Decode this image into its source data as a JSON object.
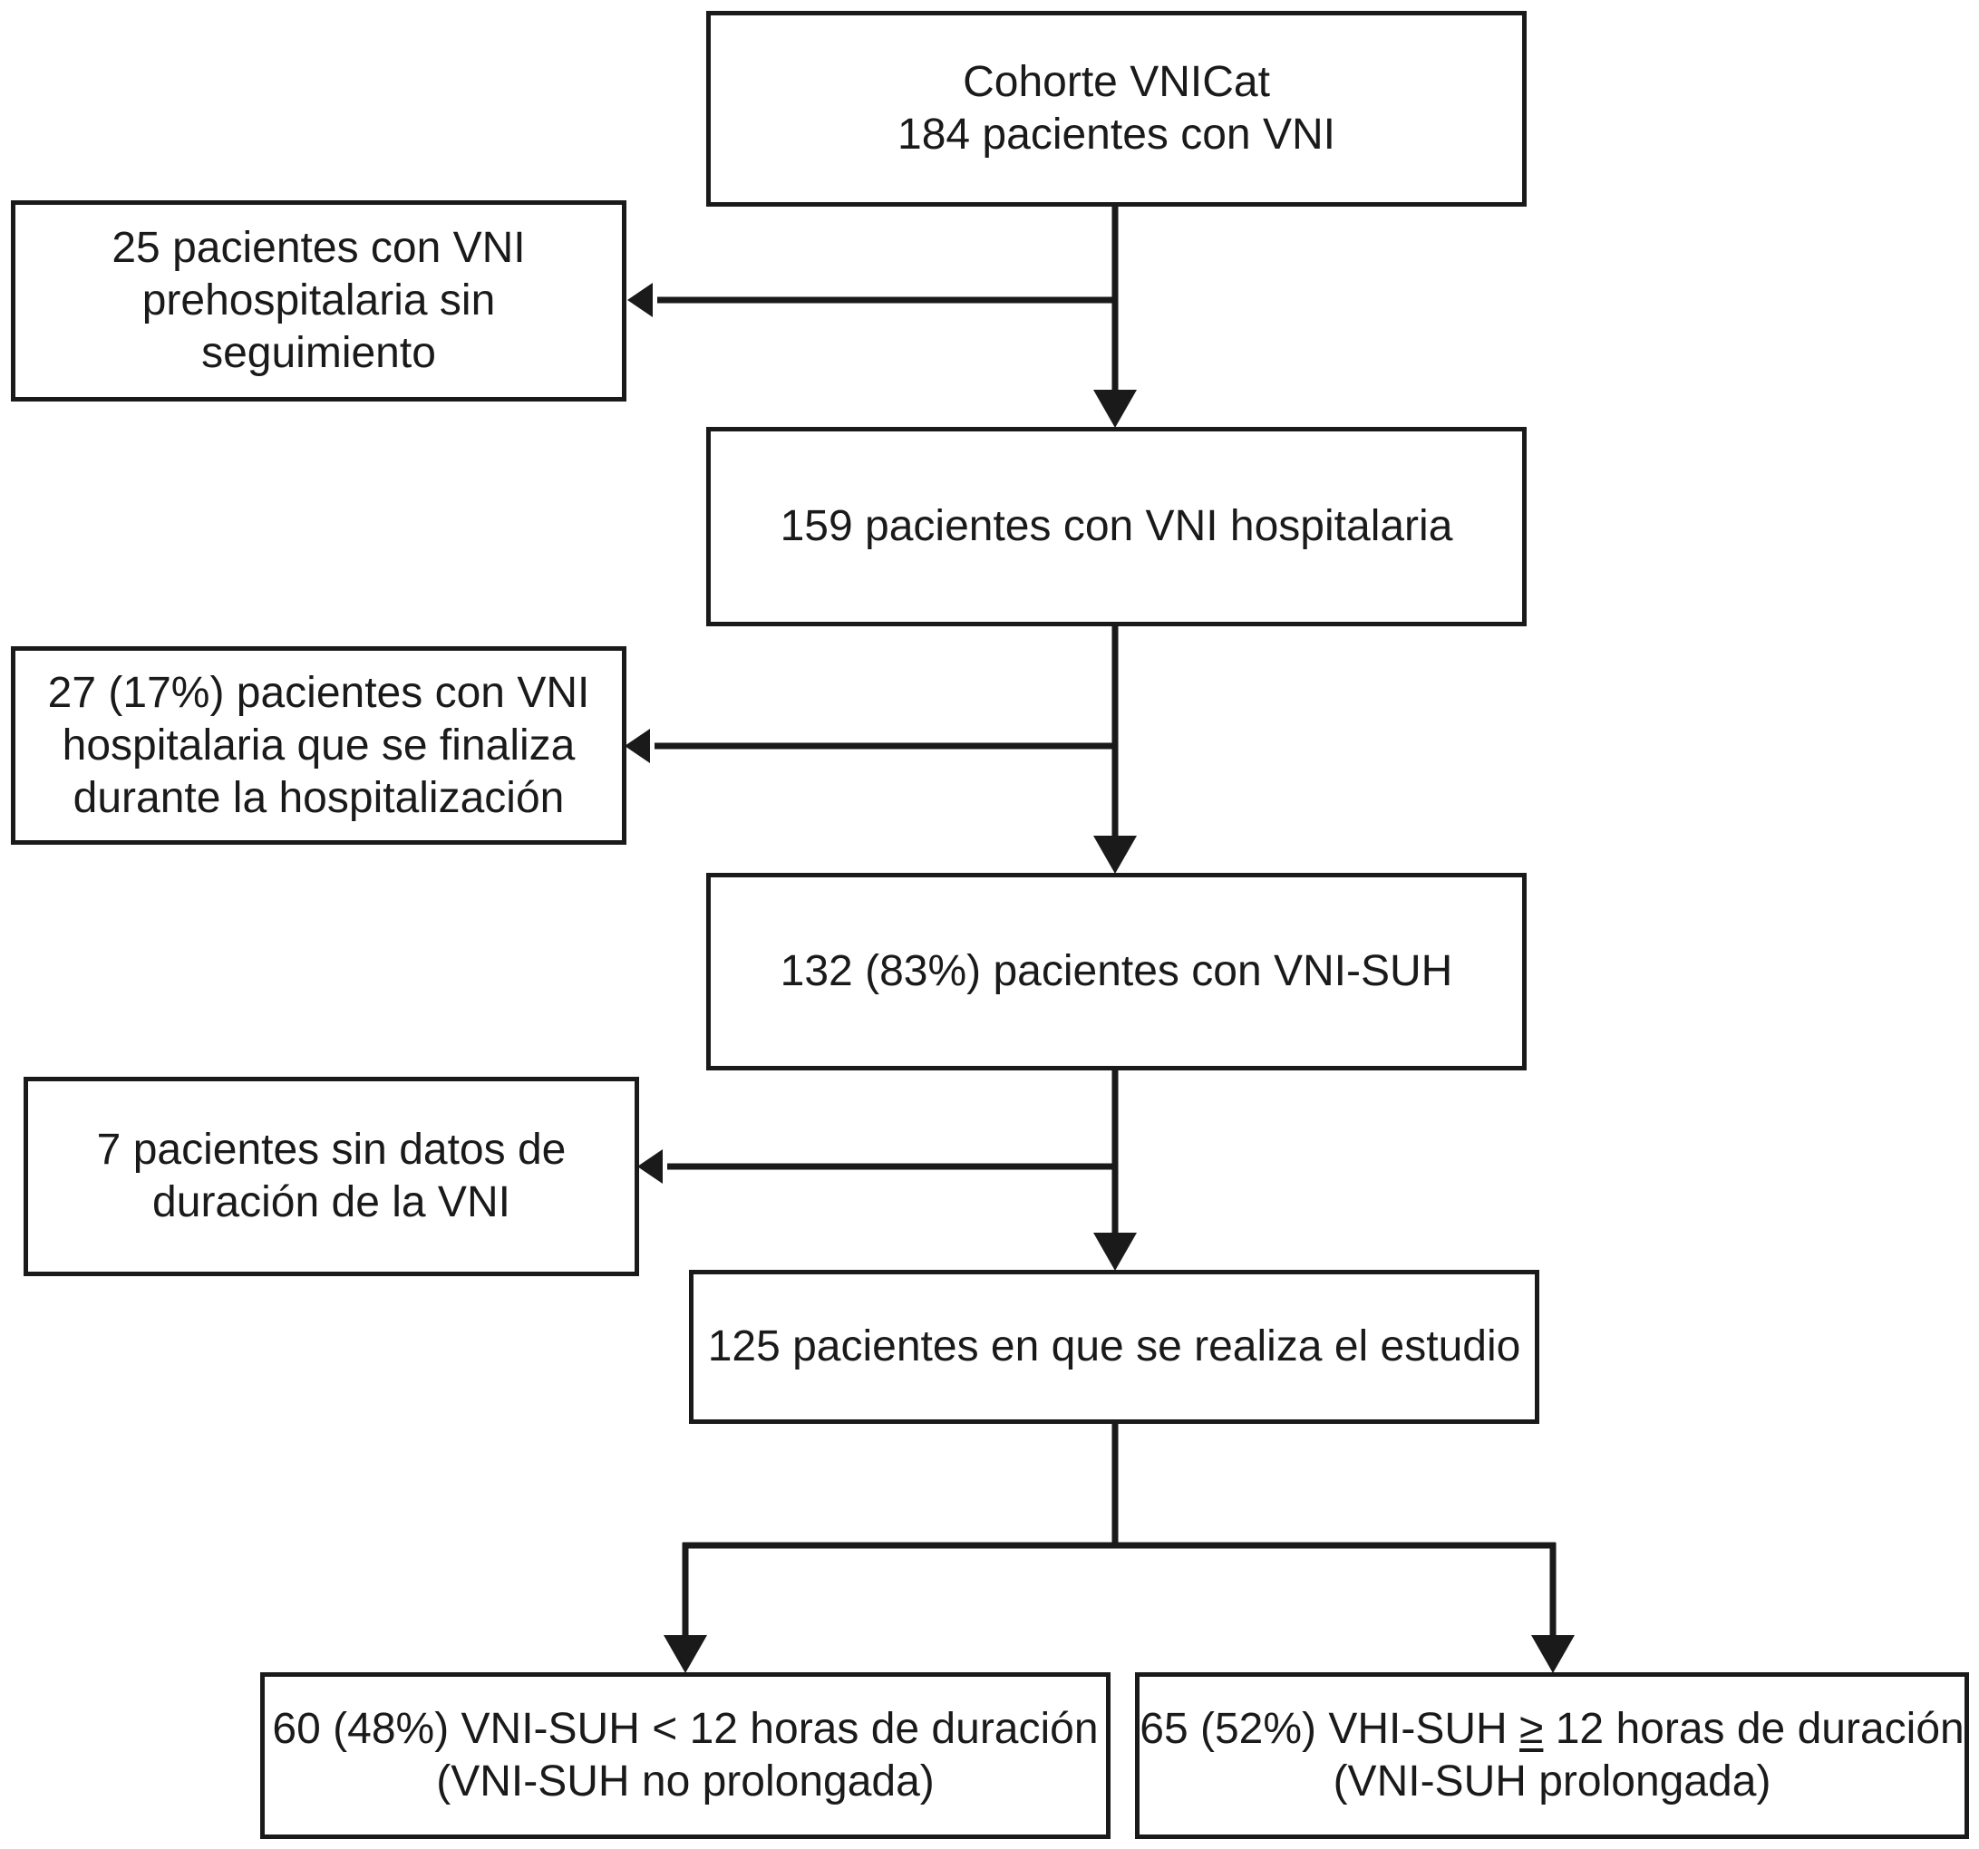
{
  "flowchart": {
    "cohort": {
      "line1": "Cohorte VNICat",
      "line2": "184 pacientes con VNI"
    },
    "excluded_prehospital": {
      "line1": "25 pacientes con VNI",
      "line2": "prehospitalaria sin",
      "line3": "seguimiento"
    },
    "hospital": {
      "line1": "159 pacientes con VNI hospitalaria"
    },
    "excluded_hospitalization": {
      "line1": "27 (17%) pacientes con VNI",
      "line2": "hospitalaria que se finaliza",
      "line3": "durante la hospitalización"
    },
    "suh": {
      "line1": "132 (83%) pacientes con VNI-SUH"
    },
    "excluded_no_data": {
      "line1": "7 pacientes sin datos de",
      "line2": "duración de la VNI"
    },
    "study": {
      "line1": "125 pacientes en que se realiza el estudio"
    },
    "short_group": {
      "line1": "60 (48%) VNI-SUH < 12 horas de duración",
      "line2": "(VNI-SUH no prolongada)"
    },
    "long_group": {
      "line1_prefix": "65 (52%) VHI-SUH ",
      "line1_symbol": "≥",
      "line1_suffix": " 12 horas de duración",
      "line2": "(VNI-SUH prolongada)"
    }
  }
}
